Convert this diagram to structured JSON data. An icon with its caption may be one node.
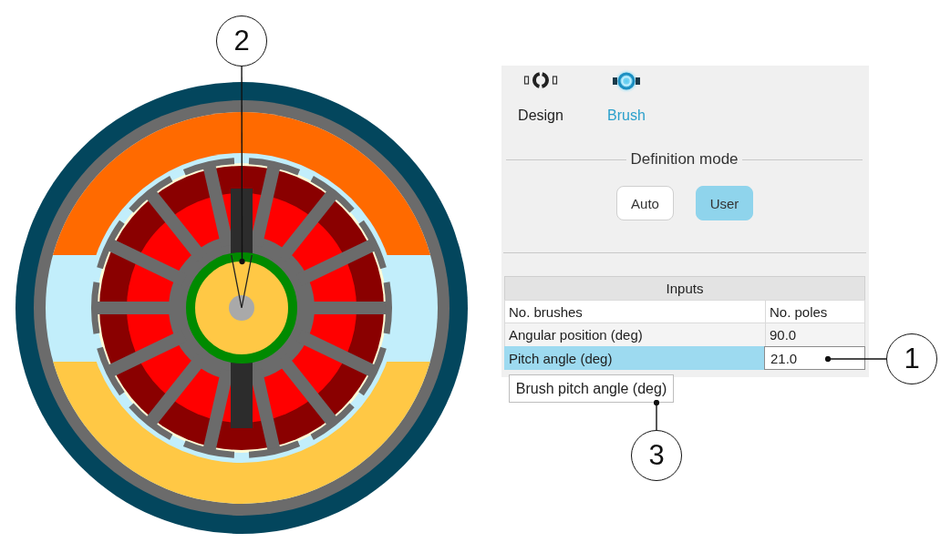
{
  "diagram": {
    "nodes": [
      {
        "text": [
          "2"
        ]
      },
      {
        "text": [],
        "shape": "angle"
      },
      {
        "text": [
          "21.0"
        ]
      },
      {
        "text": [
          "1"
        ]
      },
      {
        "text": [
          "Brush pitch angle (deg)"
        ]
      },
      {
        "text": [
          "3"
        ]
      }
    ],
    "edges": [
      {
        "from": 0,
        "to": 1,
        "arrow": "other"
      },
      {
        "from": 3,
        "to": 2,
        "arrow": "other"
      },
      {
        "from": 5,
        "to": 4,
        "arrow": "other"
      }
    ],
    "labels": [
      "Design",
      "Brush",
      "Definition mode",
      "Auto",
      "User",
      "Inputs",
      "No. brushes",
      "No. poles",
      "Angular position (deg)",
      "90.0",
      "Pitch angle (deg)"
    ]
  }
}
